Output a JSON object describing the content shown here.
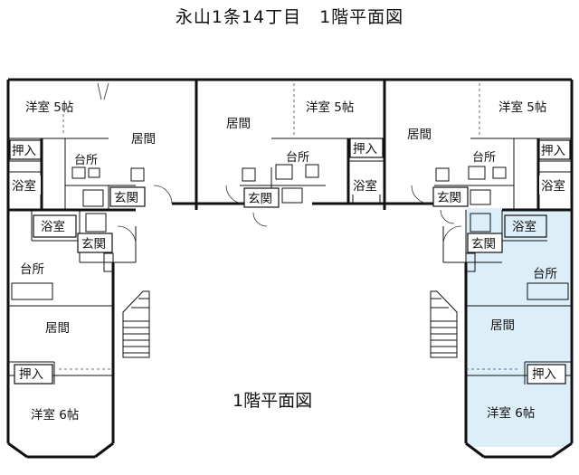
{
  "title": "永山1条14丁目　1階平面図",
  "plan_caption": "1階平面図",
  "highlight_color": "#dceef8",
  "units": [
    {
      "id": "unit-left-top",
      "labels": {
        "western_room": "洋室 5帖",
        "closet": "押入",
        "living": "居間",
        "kitchen": "台所",
        "bath": "浴室",
        "entrance": "玄関"
      }
    },
    {
      "id": "unit-middle-top",
      "labels": {
        "western_room": "洋室 5帖",
        "closet": "押入",
        "living": "居間",
        "kitchen": "台所",
        "bath": "浴室",
        "entrance": "玄関"
      }
    },
    {
      "id": "unit-right-top",
      "labels": {
        "western_room": "洋室 5帖",
        "closet": "押入",
        "living": "居間",
        "kitchen": "台所",
        "bath": "浴室",
        "entrance": "玄関"
      }
    },
    {
      "id": "unit-left-bottom",
      "labels": {
        "western_room": "洋室 6帖",
        "closet": "押入",
        "living": "居間",
        "kitchen": "台所",
        "bath": "浴室",
        "entrance": "玄関"
      }
    },
    {
      "id": "unit-right-bottom",
      "highlighted": true,
      "labels": {
        "western_room": "洋室 6帖",
        "closet": "押入",
        "living": "居間",
        "kitchen": "台所",
        "bath": "浴室",
        "entrance": "玄関"
      }
    }
  ]
}
